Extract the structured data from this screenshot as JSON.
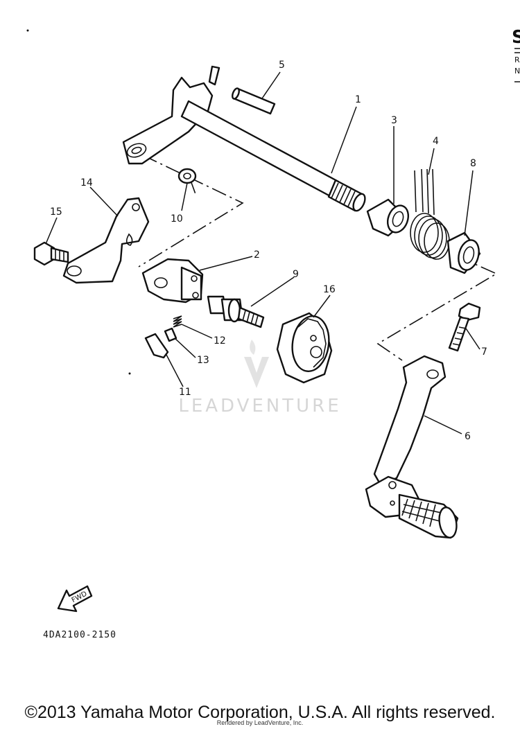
{
  "diagram": {
    "part_numbers": [
      "1",
      "2",
      "3",
      "4",
      "5",
      "6",
      "7",
      "8",
      "9",
      "10",
      "11",
      "12",
      "13",
      "14",
      "15",
      "16"
    ],
    "fwd_label": "FWD",
    "drawing_code": "4DA2100-2150",
    "watermark": "LEADVENTURE",
    "header_fragments": [
      "S",
      "R",
      "N"
    ]
  },
  "footer": {
    "copyright": "©2013 Yamaha Motor Corporation, U.S.A. All rights reserved.",
    "rendered_by": "Rendered by LeadVenture, Inc."
  }
}
